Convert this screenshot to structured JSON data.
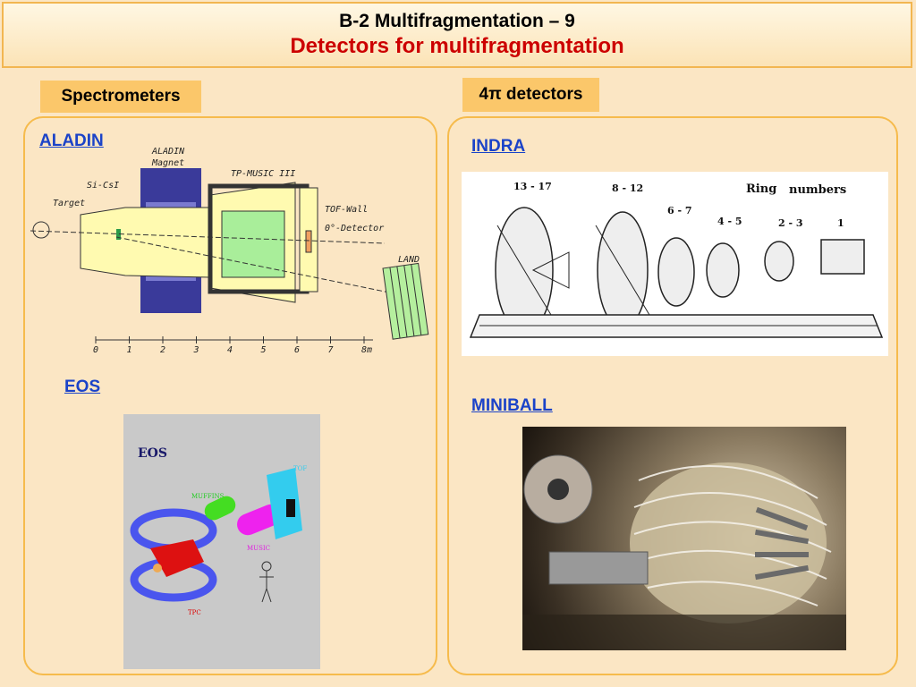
{
  "header": {
    "line1": "B-2 Multifragmentation – 9",
    "line2": "Detectors for multifragmentation"
  },
  "sections": {
    "spectrometers": "Spectrometers",
    "four_pi": "4π detectors"
  },
  "links": {
    "aladin": "ALADIN",
    "eos": "EOS",
    "indra": "INDRA",
    "miniball": "MINIBALL"
  },
  "aladin_figure": {
    "labels": {
      "magnet1": "ALADIN",
      "magnet2": "Magnet",
      "tpmusic": "TP-MUSIC III",
      "sicsi": "Si-CsI",
      "target": "Target",
      "tofwall": "TOF-Wall",
      "zero_det": "0°-Detector",
      "land": "LAND"
    },
    "scale": [
      "0",
      "1",
      "2",
      "3",
      "4",
      "5",
      "6",
      "7",
      "8m"
    ]
  },
  "eos_figure": {
    "title": "EOS",
    "labels": {
      "tof": "TOF",
      "muffins": "MUFFINS",
      "music": "MUSIC",
      "tpc": "TPC"
    }
  },
  "indra_figure": {
    "rings": [
      "13 - 17",
      "8 - 12",
      "6 - 7",
      "4 - 5",
      "2 - 3",
      "1"
    ],
    "ring_word": "Ring",
    "numbers_word": "numbers"
  },
  "colors": {
    "background": "#fbe6c4",
    "accent_border": "#f6bb4c",
    "badge": "#fbc76a",
    "title_red": "#cc0000",
    "link_blue": "#1b43c8"
  }
}
